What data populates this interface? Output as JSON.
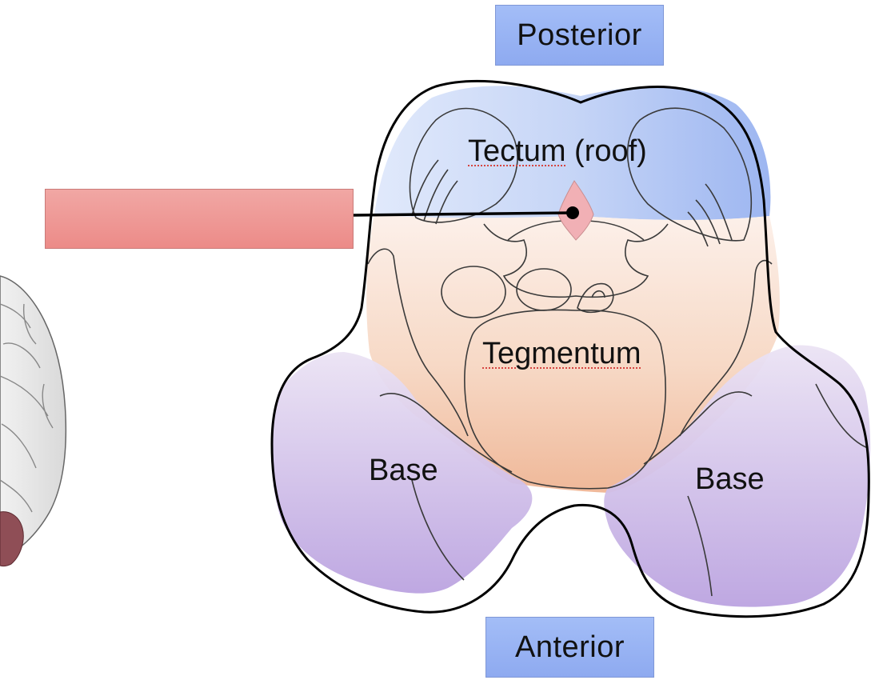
{
  "orientation": {
    "posterior": "Posterior",
    "anterior": "Anterior"
  },
  "regions": {
    "tectum": {
      "word": "Tectum",
      "suffix": " (roof)"
    },
    "tegmentum": "Tegmentum",
    "base_left": "Base",
    "base_right": "Base"
  },
  "colors": {
    "orientation_box": "#9db5f5",
    "blank_label": "#ee9896",
    "tectum_fill": "#9fb6f2",
    "tegmentum_fill": "#f1c4a4",
    "base_fill": "#c6b0e6",
    "aqueduct": "#f1b0b5",
    "outline": "#000000"
  },
  "pointer": {
    "target": "cerebral-aqueduct",
    "label_text": ""
  }
}
